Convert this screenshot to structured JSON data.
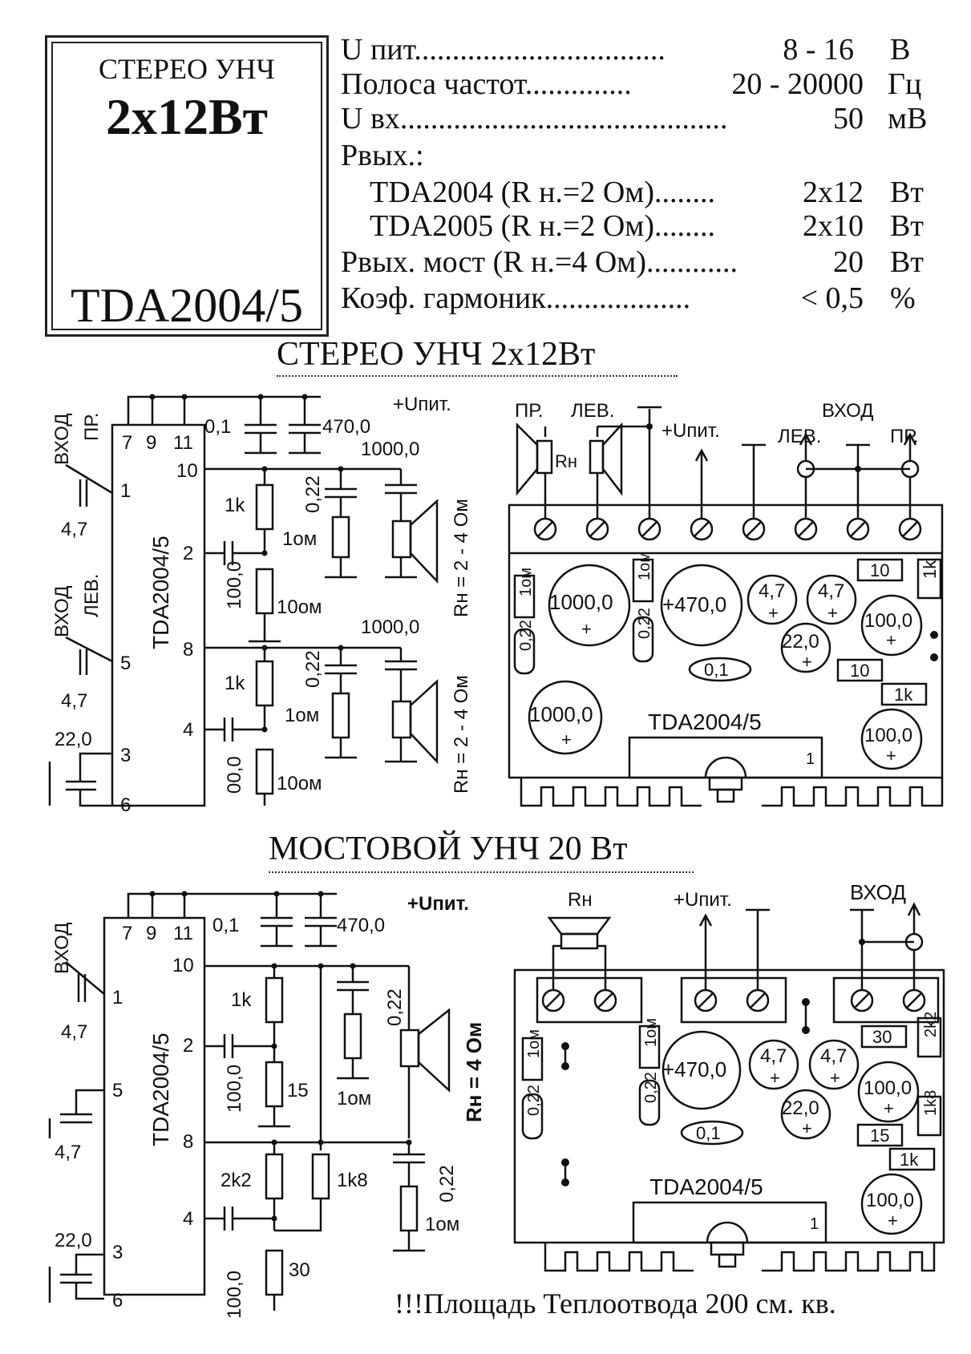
{
  "title_box": {
    "line1": "СТЕРЕО УНЧ",
    "line2": "2x12Вт",
    "line3": "TDA2004/5"
  },
  "specs": [
    {
      "label": "U пит.................................",
      "value": "8 - 16",
      "unit": "В"
    },
    {
      "label": "Полоса частот..............",
      "value": "20 - 20000",
      "unit": "Гц"
    },
    {
      "label": "U вх...........................................",
      "value": "50",
      "unit": "мВ"
    },
    {
      "label": "Рвых.:",
      "value": "",
      "unit": ""
    },
    {
      "label": "TDA2004 (R н.=2 Ом)........",
      "value": "2x12",
      "unit": "Вт"
    },
    {
      "label": "TDA2005 (R н.=2 Ом)........",
      "value": "2x10",
      "unit": "Вт"
    },
    {
      "label": "Рвых. мост (R н.=4 Ом)............",
      "value": "20",
      "unit": "Вт"
    },
    {
      "label": "Коэф. гармоник...................",
      "value": "< 0,5",
      "unit": "%"
    }
  ],
  "section1": {
    "heading": "СТЕРЕО УНЧ  2x12Вт",
    "schematic": {
      "chip": "TDA2004/5",
      "pins_top": [
        "7",
        "9",
        "11"
      ],
      "pin_10": "10",
      "pin_1": "1",
      "pin_2": "2",
      "pin_8": "8",
      "pin_5": "5",
      "pin_4": "4",
      "pin_3": "3",
      "pin_6": "6",
      "supply": "+Uпит.",
      "c_01": "0,1",
      "c_470": "470,0",
      "c_1000a": "1000,0",
      "c_1000b": "1000,0",
      "c_022a": "0,22",
      "c_022b": "0,22",
      "r_1ka": "1k",
      "r_1kb": "1k",
      "r_1oma": "1ом",
      "r_1omb": "1ом",
      "r_10oma": "10ом",
      "r_10omb": "10ом",
      "c_100a": "100,0",
      "c_100b": "00,0",
      "load_a": "Rн = 2 - 4 Ом",
      "load_b": "Rн = 2 - 4 Ом",
      "in_right_1": "ВХОД",
      "in_right_2": "ПР.",
      "in_left_1": "ВХОД",
      "in_left_2": "ЛЕВ.",
      "c_47a": "4,7",
      "c_47b": "4,7",
      "c_22": "22,0",
      "plus": "+"
    },
    "board": {
      "lbl_pr": "ПР.",
      "lbl_lev": "ЛЕВ.",
      "lbl_rn": "Rн",
      "lbl_upit": "+Uпит.",
      "lbl_vhod": "ВХОД",
      "lbl_in_lev": "ЛЕВ.",
      "lbl_in_pr": "ПР.",
      "c1000a": "1000,0",
      "c1000b": "1000,0",
      "c470": "+470,0",
      "c47a": "4,7",
      "c47b": "4,7",
      "c22": "22,0",
      "c100a": "100,0",
      "c100b": "100,0",
      "c01": "0,1",
      "r1oma": "1ом",
      "r1omb": "1ом",
      "c022a": "0,22",
      "c022b": "0,22",
      "r10a": "10",
      "r10b": "10",
      "r1ka": "1k",
      "r1kb": "1k",
      "chip": "TDA2004/5",
      "pin1": "1",
      "plus": "+"
    }
  },
  "section2": {
    "heading": "МОСТОВОЙ УНЧ 20 Вт",
    "schematic": {
      "chip": "TDA2004/5",
      "pins_top": [
        "7",
        "9",
        "11"
      ],
      "pin_10": "10",
      "pin_1": "1",
      "pin_2": "2",
      "pin_8": "8",
      "pin_5": "5",
      "pin_4": "4",
      "pin_3": "3",
      "pin_6": "6",
      "supply": "+Uпит.",
      "c_01": "0,1",
      "c_470": "470,0",
      "c_022a": "0,22",
      "c_022b": "0,22",
      "r_1k": "1k",
      "r_15": "15",
      "r_2k2": "2k2",
      "r_1k8": "1k8",
      "r_30": "30",
      "r_1oma": "1ом",
      "r_1omb": "1ом",
      "c_100a": "100,0",
      "c_100b": "100,0",
      "load": "Rн = 4 Ом",
      "in": "ВХОД",
      "c_47a": "4,7",
      "c_47b": "4,7",
      "c_22": "22,0",
      "plus": "+"
    },
    "board": {
      "lbl_rn": "Rн",
      "lbl_upit": "+Uпит.",
      "lbl_vhod": "ВХОД",
      "c470": "+470,0",
      "c47a": "4,7",
      "c47b": "4,7",
      "c22": "22,0",
      "c100a": "100,0",
      "c100b": "100,0",
      "c01": "0,1",
      "r1oma": "1ом",
      "r1omb": "1ом",
      "c022a": "0,22",
      "c022b": "0,22",
      "r30": "30",
      "r2k2": "2k2",
      "r15": "15",
      "r1k8": "1k8",
      "r1k": "1k",
      "chip": "TDA2004/5",
      "pin1": "1",
      "plus": "+"
    },
    "note": "!!!Площадь Теплоотвода 200 см. кв."
  }
}
